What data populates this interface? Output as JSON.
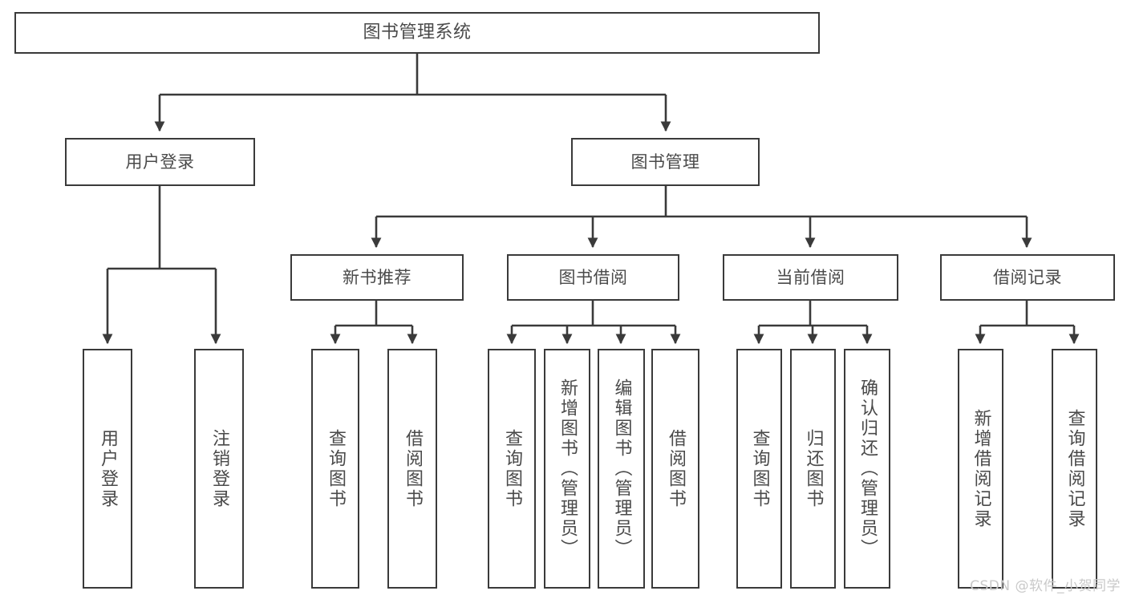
{
  "diagram": {
    "title": "图书管理系统",
    "type": "tree-hierarchy-diagram",
    "line_color": "#3a3a3a",
    "text_color": "#4a4a4a",
    "background_color": "#ffffff"
  },
  "nodes": {
    "root": {
      "label": "图书管理系统"
    },
    "level2": [
      {
        "label": "用户登录"
      },
      {
        "label": "图书管理"
      }
    ],
    "level3": [
      {
        "label": "新书推荐"
      },
      {
        "label": "图书借阅"
      },
      {
        "label": "当前借阅"
      },
      {
        "label": "借阅记录"
      }
    ],
    "leaves_user_login": [
      {
        "label": "用户登录"
      },
      {
        "label": "注销登录"
      }
    ],
    "leaves_new_book": [
      {
        "label": "查询图书"
      },
      {
        "label": "借阅图书"
      }
    ],
    "leaves_borrow": [
      {
        "label": "查询图书"
      },
      {
        "label": "新增图书（管理员）"
      },
      {
        "label": "编辑图书（管理员）"
      },
      {
        "label": "借阅图书"
      }
    ],
    "leaves_current": [
      {
        "label": "查询图书"
      },
      {
        "label": "归还图书"
      },
      {
        "label": "确认归还（管理员）"
      }
    ],
    "leaves_records": [
      {
        "label": "新增借阅记录"
      },
      {
        "label": "查询借阅记录"
      }
    ]
  },
  "watermark": {
    "text": "CSDN @软件_小贺同学"
  }
}
